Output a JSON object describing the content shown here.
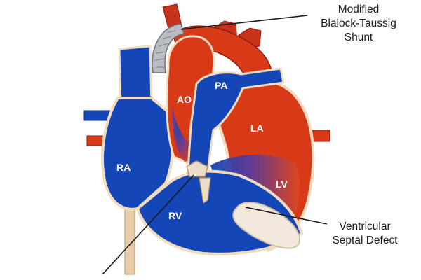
{
  "labels": {
    "aorta": "AO",
    "pulmonary_artery": "PA",
    "left_atrium": "LA",
    "right_atrium": "RA",
    "right_ventricle": "RV",
    "left_ventricle": "LV"
  },
  "callouts": {
    "shunt": {
      "line1": "Modified",
      "line2": "Blalock-Taussig",
      "line3": "Shunt"
    },
    "vsd": {
      "line1": "Ventricular",
      "line2": "Septal Defect"
    }
  },
  "colors": {
    "oxygenated": "#d83a17",
    "deoxygenated": "#1446b8",
    "outline": "#f2dcc0",
    "shunt_graft": "#b9bcc0"
  }
}
